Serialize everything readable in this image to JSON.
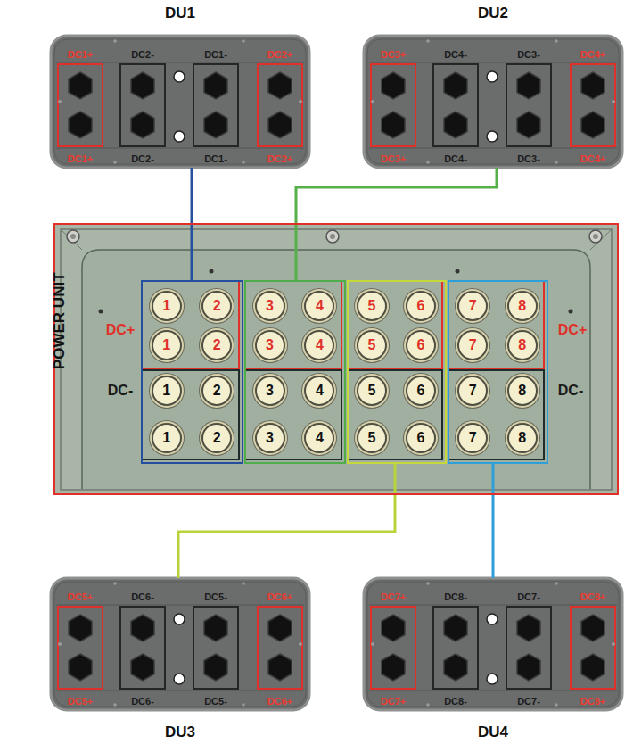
{
  "diagram": {
    "nodes": [
      {
        "text": [
          "DU1",
          "DC1+",
          "DC2-",
          "DC1-",
          "DC2+",
          "DC1+",
          "DC2-",
          "DC1-",
          "DC2+"
        ]
      },
      {
        "text": [
          "DU2",
          "DC3+",
          "DC4-",
          "DC3-",
          "DC4+",
          "DC3+",
          "DC4-",
          "DC3-",
          "DC4+"
        ]
      },
      {
        "text": [
          "POWER UNIT",
          "DC+",
          "DC-",
          "DC+",
          "DC-"
        ]
      },
      {
        "text": [
          "1",
          "2",
          "1",
          "2",
          "1",
          "2",
          "1",
          "2"
        ],
        "in": 2
      },
      {
        "text": [
          "3",
          "4",
          "3",
          "4",
          "3",
          "4",
          "3",
          "4"
        ],
        "in": 2
      },
      {
        "text": [
          "5",
          "6",
          "5",
          "6",
          "5",
          "6",
          "5",
          "6"
        ],
        "in": 2
      },
      {
        "text": [
          "7",
          "8",
          "7",
          "8",
          "7",
          "8",
          "7",
          "8"
        ],
        "in": 2
      },
      {
        "text": [
          "DU3",
          "DC5+",
          "DC6-",
          "DC5-",
          "DC6+",
          "DC5+",
          "DC6-",
          "DC5-",
          "DC6+"
        ]
      },
      {
        "text": [
          "DU4",
          "DC7+",
          "DC8-",
          "DC7-",
          "DC8+",
          "DC7+",
          "DC8-",
          "DC7-",
          "DC8+"
        ]
      }
    ],
    "edges": [
      {
        "from": 0,
        "to": 3,
        "arrow": "none"
      },
      {
        "from": 1,
        "to": 4,
        "arrow": "none"
      },
      {
        "from": 5,
        "to": 7,
        "arrow": "none"
      },
      {
        "from": 6,
        "to": 8,
        "arrow": "none"
      }
    ]
  }
}
